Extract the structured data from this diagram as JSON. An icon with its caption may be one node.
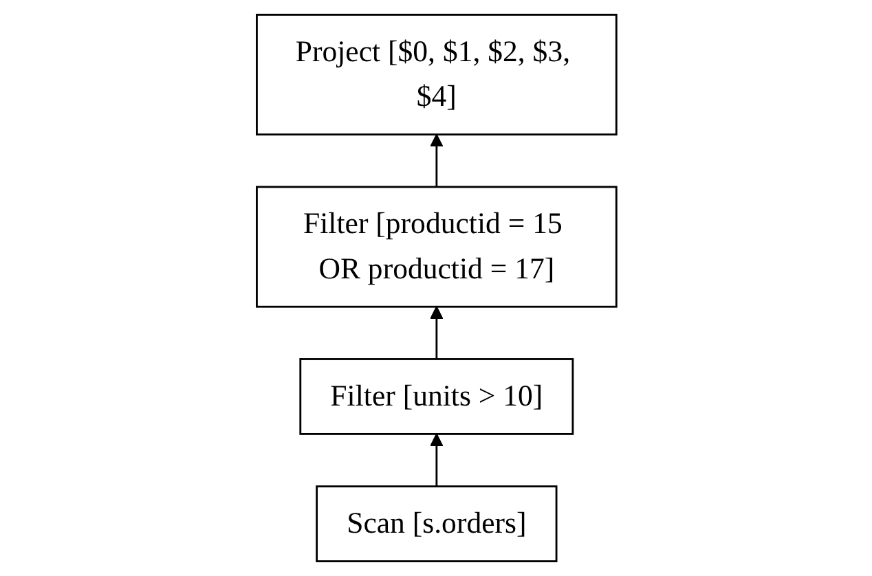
{
  "diagram": {
    "nodes": [
      {
        "text": [
          "Project [$0, $1, $2, $3, $4]"
        ]
      },
      {
        "text": [
          "Filter [productid = 15 OR productid = 17]"
        ]
      },
      {
        "text": [
          "Filter [units > 10]"
        ]
      },
      {
        "text": [
          "Scan [s.orders]"
        ]
      }
    ],
    "edges": [
      {
        "from": 3,
        "to": 2,
        "arrow": "to"
      },
      {
        "from": 2,
        "to": 1,
        "arrow": "to"
      },
      {
        "from": 1,
        "to": 0,
        "arrow": "to"
      }
    ]
  }
}
